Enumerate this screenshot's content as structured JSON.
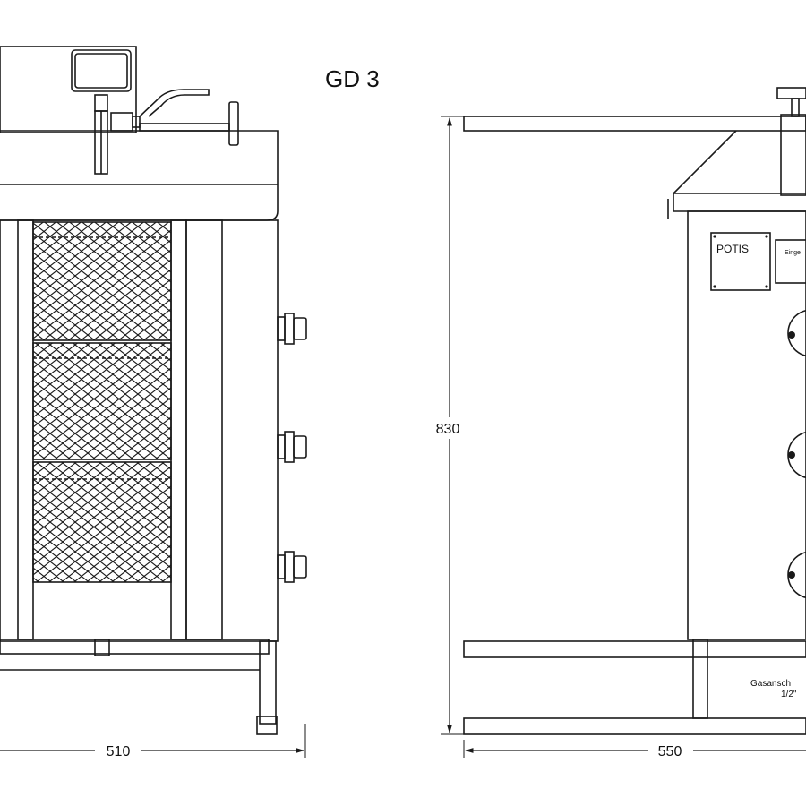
{
  "title": "GD 3",
  "dimensions": {
    "front_width": "510",
    "side_width": "550",
    "height": "830"
  },
  "side_view": {
    "brand_plate": "POTIS",
    "label_plate": "Einge",
    "gas_connection_label": "Gasansch",
    "gas_connection_size": "1/2\""
  },
  "colors": {
    "line": "#1a1a1a",
    "background": "#ffffff"
  }
}
